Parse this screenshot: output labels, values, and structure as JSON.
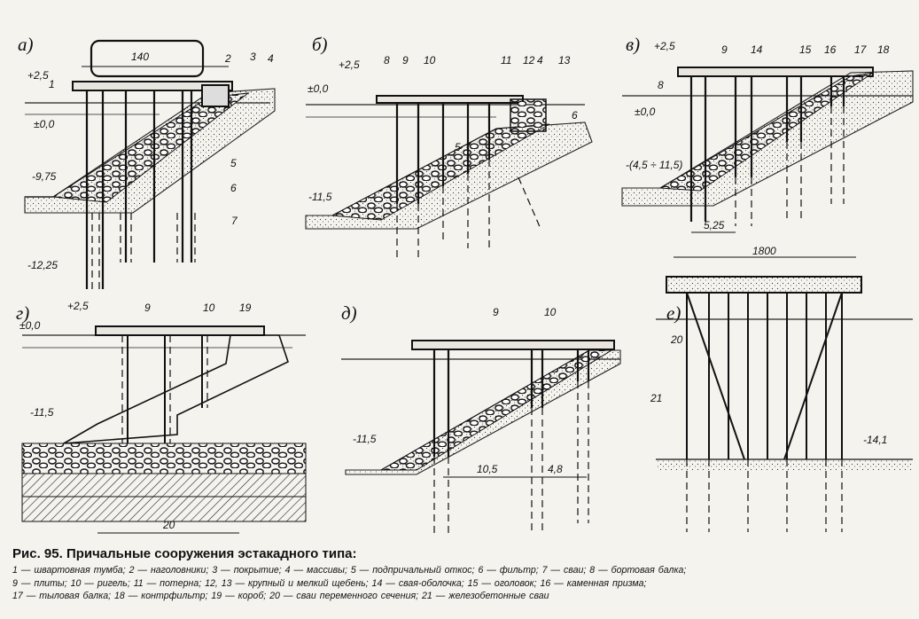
{
  "panels": [
    {
      "id": "a",
      "label": "а)",
      "levels": [
        "+2,5",
        "±0,0",
        "-9,75",
        "-12,25"
      ],
      "dims": [
        "140"
      ],
      "callouts": [
        "1",
        "2",
        "3",
        "4",
        "5",
        "6",
        "7"
      ]
    },
    {
      "id": "b",
      "label": "б)",
      "levels": [
        "+2,5",
        "±0,0",
        "-11,5"
      ],
      "dims": [],
      "callouts": [
        "8",
        "9",
        "10",
        "11",
        "12",
        "4",
        "13",
        "5",
        "6"
      ]
    },
    {
      "id": "v",
      "label": "в)",
      "levels": [
        "+2,5",
        "±0,0",
        "-(4,5 ÷ 11,5)"
      ],
      "dims": [
        "5,25"
      ],
      "callouts": [
        "8",
        "9",
        "14",
        "15",
        "16",
        "17",
        "18"
      ]
    },
    {
      "id": "g",
      "label": "г)",
      "levels": [
        "+2,5",
        "±0,0",
        "-11,5"
      ],
      "dims": [
        "20"
      ],
      "callouts": [
        "9",
        "10",
        "19"
      ]
    },
    {
      "id": "d",
      "label": "д)",
      "levels": [
        "-11,5"
      ],
      "dims": [
        "10,5",
        "4,8"
      ],
      "callouts": [
        "9",
        "10"
      ]
    },
    {
      "id": "e",
      "label": "е)",
      "levels": [
        "-14,1"
      ],
      "dims": [
        "1800"
      ],
      "callouts": [
        "20",
        "21"
      ]
    }
  ],
  "caption": {
    "title_num": "Рис. 95.",
    "title": "Причальные сооружения эстакадного типа:",
    "legend_lines": [
      "1 — швартовная тумба;  2 — наголовники;  3 — покрытие;  4 — массивы; 5 — подпричальный откос;  6 — фильтр;  7 — сваи;  8 — бортовая балка;",
      "9 — плиты; 10 — ригель;  11 — потерна;  12, 13 — крупный и мелкий щебень;  14 — свая-оболочка;  15 — оголовок;  16 — каменная призма;",
      "17 — тыловая балка;  18 — контрфильтр;  19 — короб;  20 — сваи переменного сечения;  21 — железобетонные сваи"
    ]
  },
  "colors": {
    "ink": "#141414",
    "paper": "#f4f3ee",
    "stone": "#2a2a2a"
  }
}
